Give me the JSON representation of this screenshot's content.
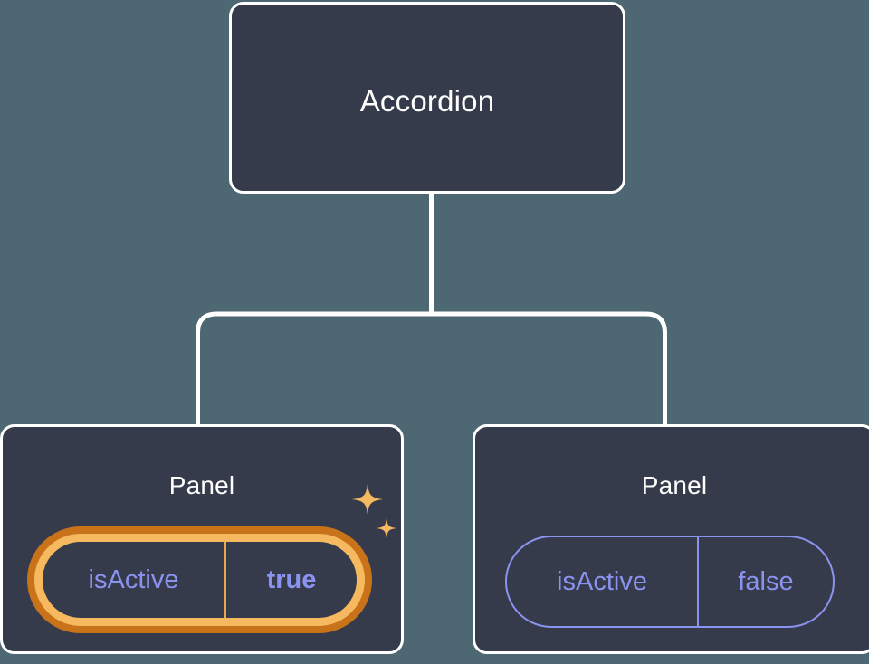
{
  "diagram": {
    "type": "component-tree",
    "background_color": "#4d6872",
    "node_fill": "#353b4a",
    "node_border": "#ffffff",
    "connector_color": "#ffffff",
    "accent_highlight": "#f7b95f",
    "accent_highlight_outer": "#c8731a",
    "prop_text_color": "#8b93f0",
    "root": {
      "label": "Accordion"
    },
    "children": [
      {
        "label": "Panel",
        "highlighted": true,
        "prop": {
          "key": "isActive",
          "value": "true",
          "value_bold": true
        },
        "decoration": "sparkles-icon"
      },
      {
        "label": "Panel",
        "highlighted": false,
        "prop": {
          "key": "isActive",
          "value": "false",
          "value_bold": false
        }
      }
    ]
  }
}
